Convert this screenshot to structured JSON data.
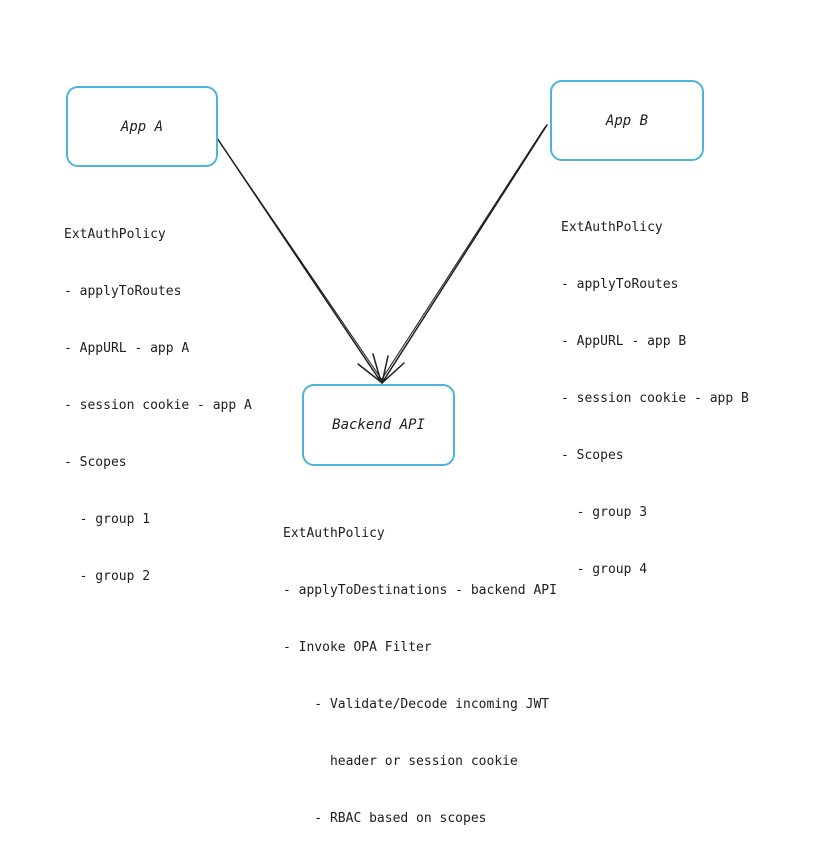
{
  "nodes": {
    "app_a": {
      "label": "App A"
    },
    "app_b": {
      "label": "App B"
    },
    "backend": {
      "label": "Backend API"
    }
  },
  "notes": {
    "app_a": [
      "ExtAuthPolicy",
      "- applyToRoutes",
      "- AppURL - app A",
      "- session cookie - app A",
      "- Scopes",
      "  - group 1",
      "  - group 2"
    ],
    "app_b": [
      "ExtAuthPolicy",
      "- applyToRoutes",
      "- AppURL - app B",
      "- session cookie - app B",
      "- Scopes",
      "  - group 3",
      "  - group 4"
    ],
    "backend": [
      "ExtAuthPolicy",
      "- applyToDestinations - backend API",
      "- Invoke OPA Filter",
      "    - Validate/Decode incoming JWT",
      "      header or session cookie",
      "    - RBAC based on scopes"
    ]
  },
  "edges": [
    {
      "from": "app_a",
      "to": "backend"
    },
    {
      "from": "app_b",
      "to": "backend"
    }
  ],
  "colors": {
    "node_border": "#4fb3d9",
    "stroke": "#1e1e1e",
    "text": "#1e1e1e"
  }
}
